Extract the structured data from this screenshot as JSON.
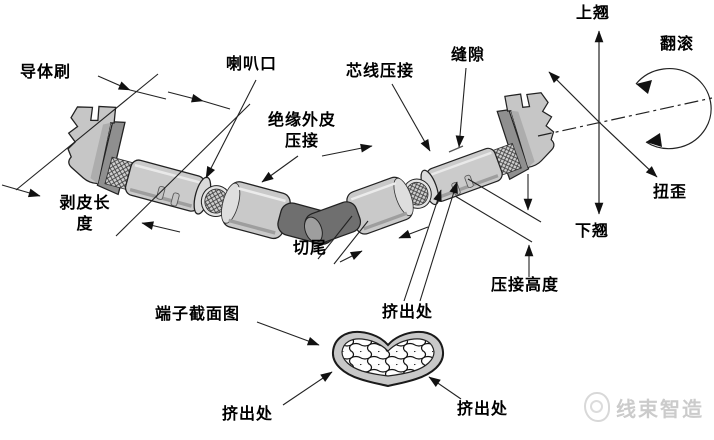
{
  "diagram": {
    "type": "technical-illustration",
    "subject": "crimp terminal quality / defect diagram",
    "labels": {
      "conductor_brush": "导体刷",
      "bell_mouth": "喇叭口",
      "core_wire_crimp": "芯线压接",
      "gap": "缝隙",
      "tilt_up": "上翘",
      "roll": "翻滚",
      "insulation_crimp": "绝缘外皮\n压接",
      "strip_length": "剥皮长\n度",
      "cut_tail": "切尾",
      "crimp_height": "压接高度",
      "twist": "扭歪",
      "tilt_down": "下翘",
      "terminal_cross_section": "端子截面图",
      "extrusion_top": "挤出处",
      "extrusion_bottom_left": "挤出处",
      "extrusion_bottom_right": "挤出处"
    },
    "watermark": "线束智造",
    "colors": {
      "terminal_body": "#cbcbcb",
      "terminal_shadow": "#8f8f8f",
      "wire_insulation": "#6f6f6f",
      "wire_end_cap": "#9e9e9e",
      "line": "#222222",
      "watermark_gray": "#cbcbcb"
    }
  }
}
